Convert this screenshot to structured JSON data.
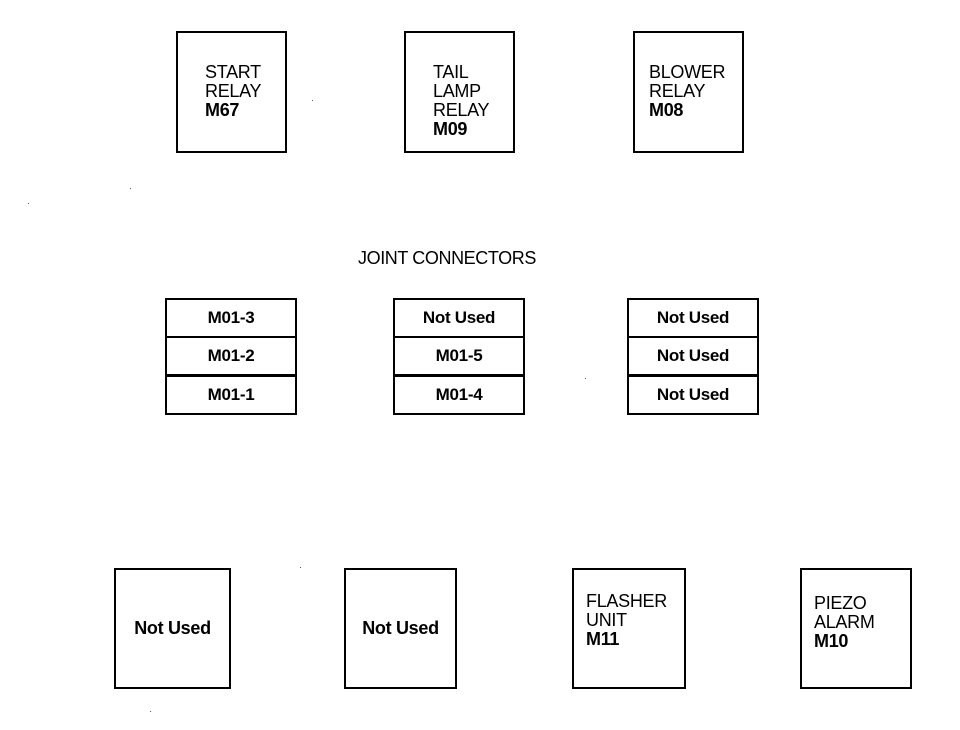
{
  "relays": [
    {
      "lines": [
        "START",
        "RELAY"
      ],
      "code": "M67"
    },
    {
      "lines": [
        "TAIL",
        "LAMP",
        "RELAY"
      ],
      "code": "M09"
    },
    {
      "lines": [
        "BLOWER",
        "RELAY"
      ],
      "code": "M08"
    }
  ],
  "joint_connectors": {
    "title": "JOINT CONNECTORS",
    "groups": [
      {
        "cells": [
          "M01-3",
          "M01-2",
          "M01-1"
        ]
      },
      {
        "cells": [
          "Not Used",
          "M01-5",
          "M01-4"
        ]
      },
      {
        "cells": [
          "Not Used",
          "Not Used",
          "Not Used"
        ]
      }
    ]
  },
  "bottom_row": [
    {
      "label": "Not Used"
    },
    {
      "label": "Not Used"
    },
    {
      "lines": [
        "FLASHER",
        "UNIT"
      ],
      "code": "M11"
    },
    {
      "lines": [
        "PIEZO",
        "ALARM"
      ],
      "code": "M10"
    }
  ]
}
